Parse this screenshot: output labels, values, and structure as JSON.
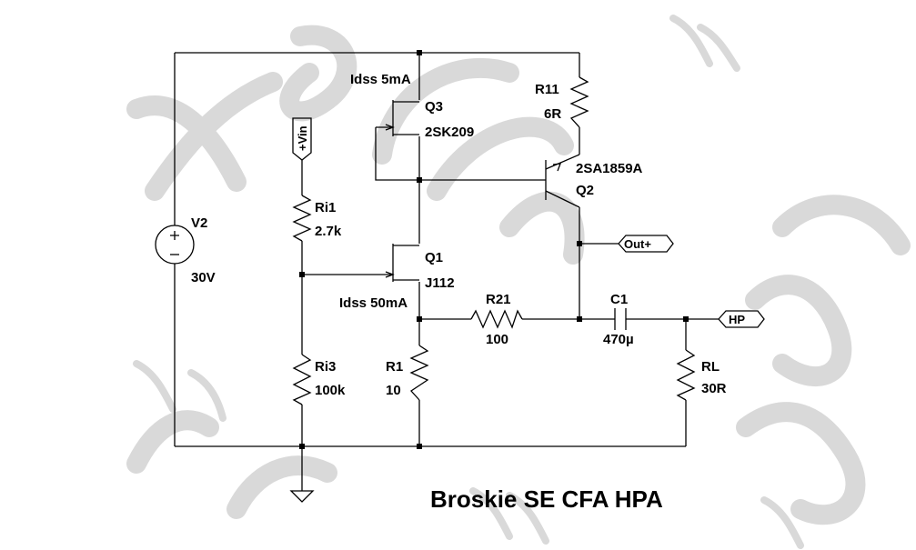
{
  "title": "Broskie SE CFA HPA",
  "components": {
    "V2": {
      "name": "V2",
      "value": "30V"
    },
    "Q3": {
      "name": "Q3",
      "part": "2SK209",
      "note": "Idss 5mA"
    },
    "Q1": {
      "name": "Q1",
      "part": "J112",
      "note": "Idss 50mA"
    },
    "Q2": {
      "name": "Q2",
      "part": "2SA1859A"
    },
    "R11": {
      "name": "R11",
      "value": "6R"
    },
    "Ri1": {
      "name": "Ri1",
      "value": "2.7k"
    },
    "Ri3": {
      "name": "Ri3",
      "value": "100k"
    },
    "R1": {
      "name": "R1",
      "value": "10"
    },
    "R21": {
      "name": "R21",
      "value": "100"
    },
    "C1": {
      "name": "C1",
      "value": "470µ"
    },
    "RL": {
      "name": "RL",
      "value": "30R"
    }
  },
  "net_labels": {
    "vin": "+Vin",
    "out": "Out+",
    "hp": "HP"
  },
  "watermark_text": "xen"
}
